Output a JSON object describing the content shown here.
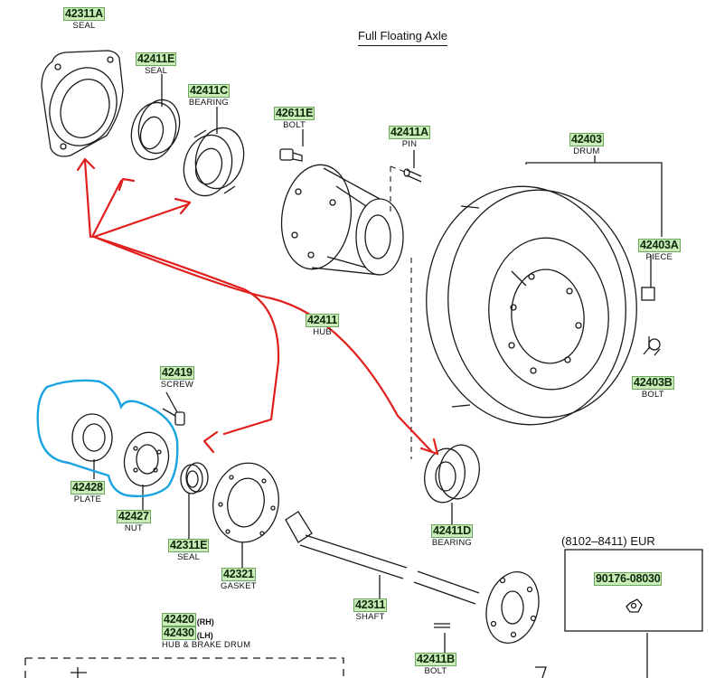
{
  "title": "Full Floating Axle",
  "variant_label": "(8102–8411) EUR",
  "parts": {
    "p42311A": {
      "number": "42311A",
      "name": "SEAL"
    },
    "p42411E": {
      "number": "42411E",
      "name": "SEAL"
    },
    "p42411C": {
      "number": "42411C",
      "name": "BEARING"
    },
    "p42611E": {
      "number": "42611E",
      "name": "BOLT"
    },
    "p42411A": {
      "number": "42411A",
      "name": "PIN"
    },
    "p42403": {
      "number": "42403",
      "name": "DRUM"
    },
    "p42403A": {
      "number": "42403A",
      "name": "PIECE"
    },
    "p42411": {
      "number": "42411",
      "name": "HUB"
    },
    "p42403B": {
      "number": "42403B",
      "name": "BOLT"
    },
    "p42419": {
      "number": "42419",
      "name": "SCREW"
    },
    "p42428": {
      "number": "42428",
      "name": "PLATE"
    },
    "p42427": {
      "number": "42427",
      "name": "NUT"
    },
    "p42311E": {
      "number": "42311E",
      "name": "SEAL"
    },
    "p42321": {
      "number": "42321",
      "name": "GASKET"
    },
    "p42411D": {
      "number": "42411D",
      "name": "BEARING"
    },
    "p42311": {
      "number": "42311",
      "name": "SHAFT"
    },
    "p42411B": {
      "number": "42411B",
      "name": "BOLT"
    },
    "p90176": {
      "number": "90176-08030",
      "name": ""
    },
    "p42420": {
      "number": "42420",
      "suffix": "(RH)"
    },
    "p42430": {
      "number": "42430",
      "suffix": "(LH)",
      "name": "HUB & BRAKE DRUM"
    }
  },
  "colors": {
    "label_bg": "#c9ecb8",
    "label_border": "#6aa75a",
    "annotation_red": "#e0201e",
    "annotation_blue": "#19a4e0",
    "line": "#1a1a1a"
  }
}
